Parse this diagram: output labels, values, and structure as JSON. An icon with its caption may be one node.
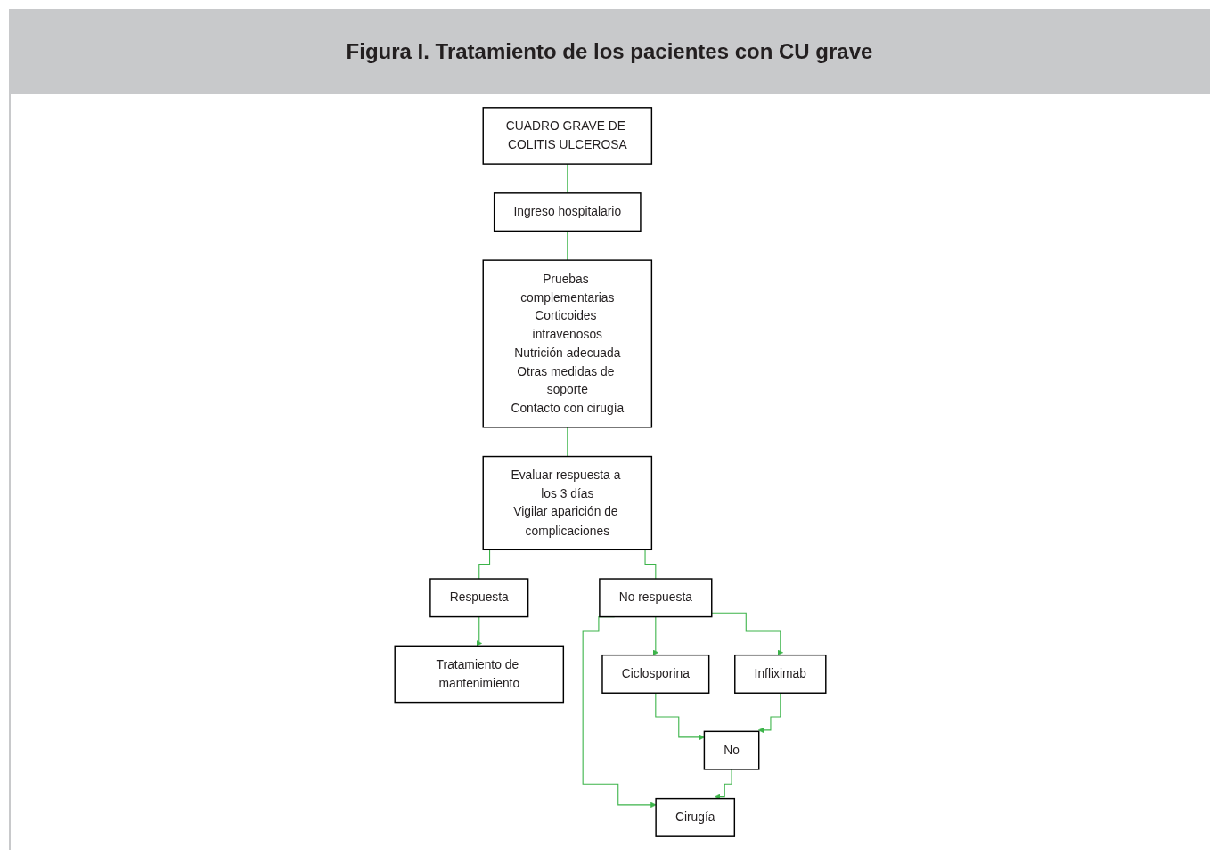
{
  "diagram": {
    "title": "Figura I. Tratamiento de los pacientes con CU grave",
    "nodes": [
      {
        "text": [
          "CUADRO GRAVE DE COLITIS ULCEROSA"
        ]
      },
      {
        "text": [
          "Ingreso hospitalario"
        ]
      },
      {
        "text": [
          "Pruebas complementarias",
          "Corticoides intravenosos",
          "Nutrición adecuada",
          "Otras medidas de soporte",
          "Contacto con cirugía"
        ]
      },
      {
        "text": [
          "Evaluar respuesta a los 3 días",
          "Vigilar aparición de complicaciones"
        ]
      },
      {
        "text": [
          "Respuesta"
        ]
      },
      {
        "text": [
          "No respuesta"
        ]
      },
      {
        "text": [
          "Tratamiento de mantenimiento"
        ]
      },
      {
        "text": [
          "Ciclosporina"
        ]
      },
      {
        "text": [
          "Cirugía"
        ]
      },
      {
        "text": [
          "Infliximab"
        ]
      },
      {
        "text": [
          "No"
        ]
      }
    ],
    "edges": [
      {
        "from": 0,
        "to": 1,
        "arrow": "none"
      },
      {
        "from": 1,
        "to": 2,
        "arrow": "none"
      },
      {
        "from": 2,
        "to": 3,
        "arrow": "none"
      },
      {
        "from": 3,
        "to": 4,
        "arrow": "none"
      },
      {
        "from": 3,
        "to": 5,
        "arrow": "none"
      },
      {
        "from": 4,
        "to": 6,
        "arrow": "to"
      },
      {
        "from": 5,
        "to": 7,
        "arrow": "to"
      },
      {
        "from": 5,
        "to": 8,
        "arrow": "to"
      },
      {
        "from": 5,
        "to": 9,
        "arrow": "to"
      },
      {
        "from": 7,
        "to": 10,
        "arrow": "to"
      },
      {
        "from": 9,
        "to": 10,
        "arrow": "to"
      },
      {
        "from": 10,
        "to": 8,
        "arrow": "to"
      }
    ]
  }
}
